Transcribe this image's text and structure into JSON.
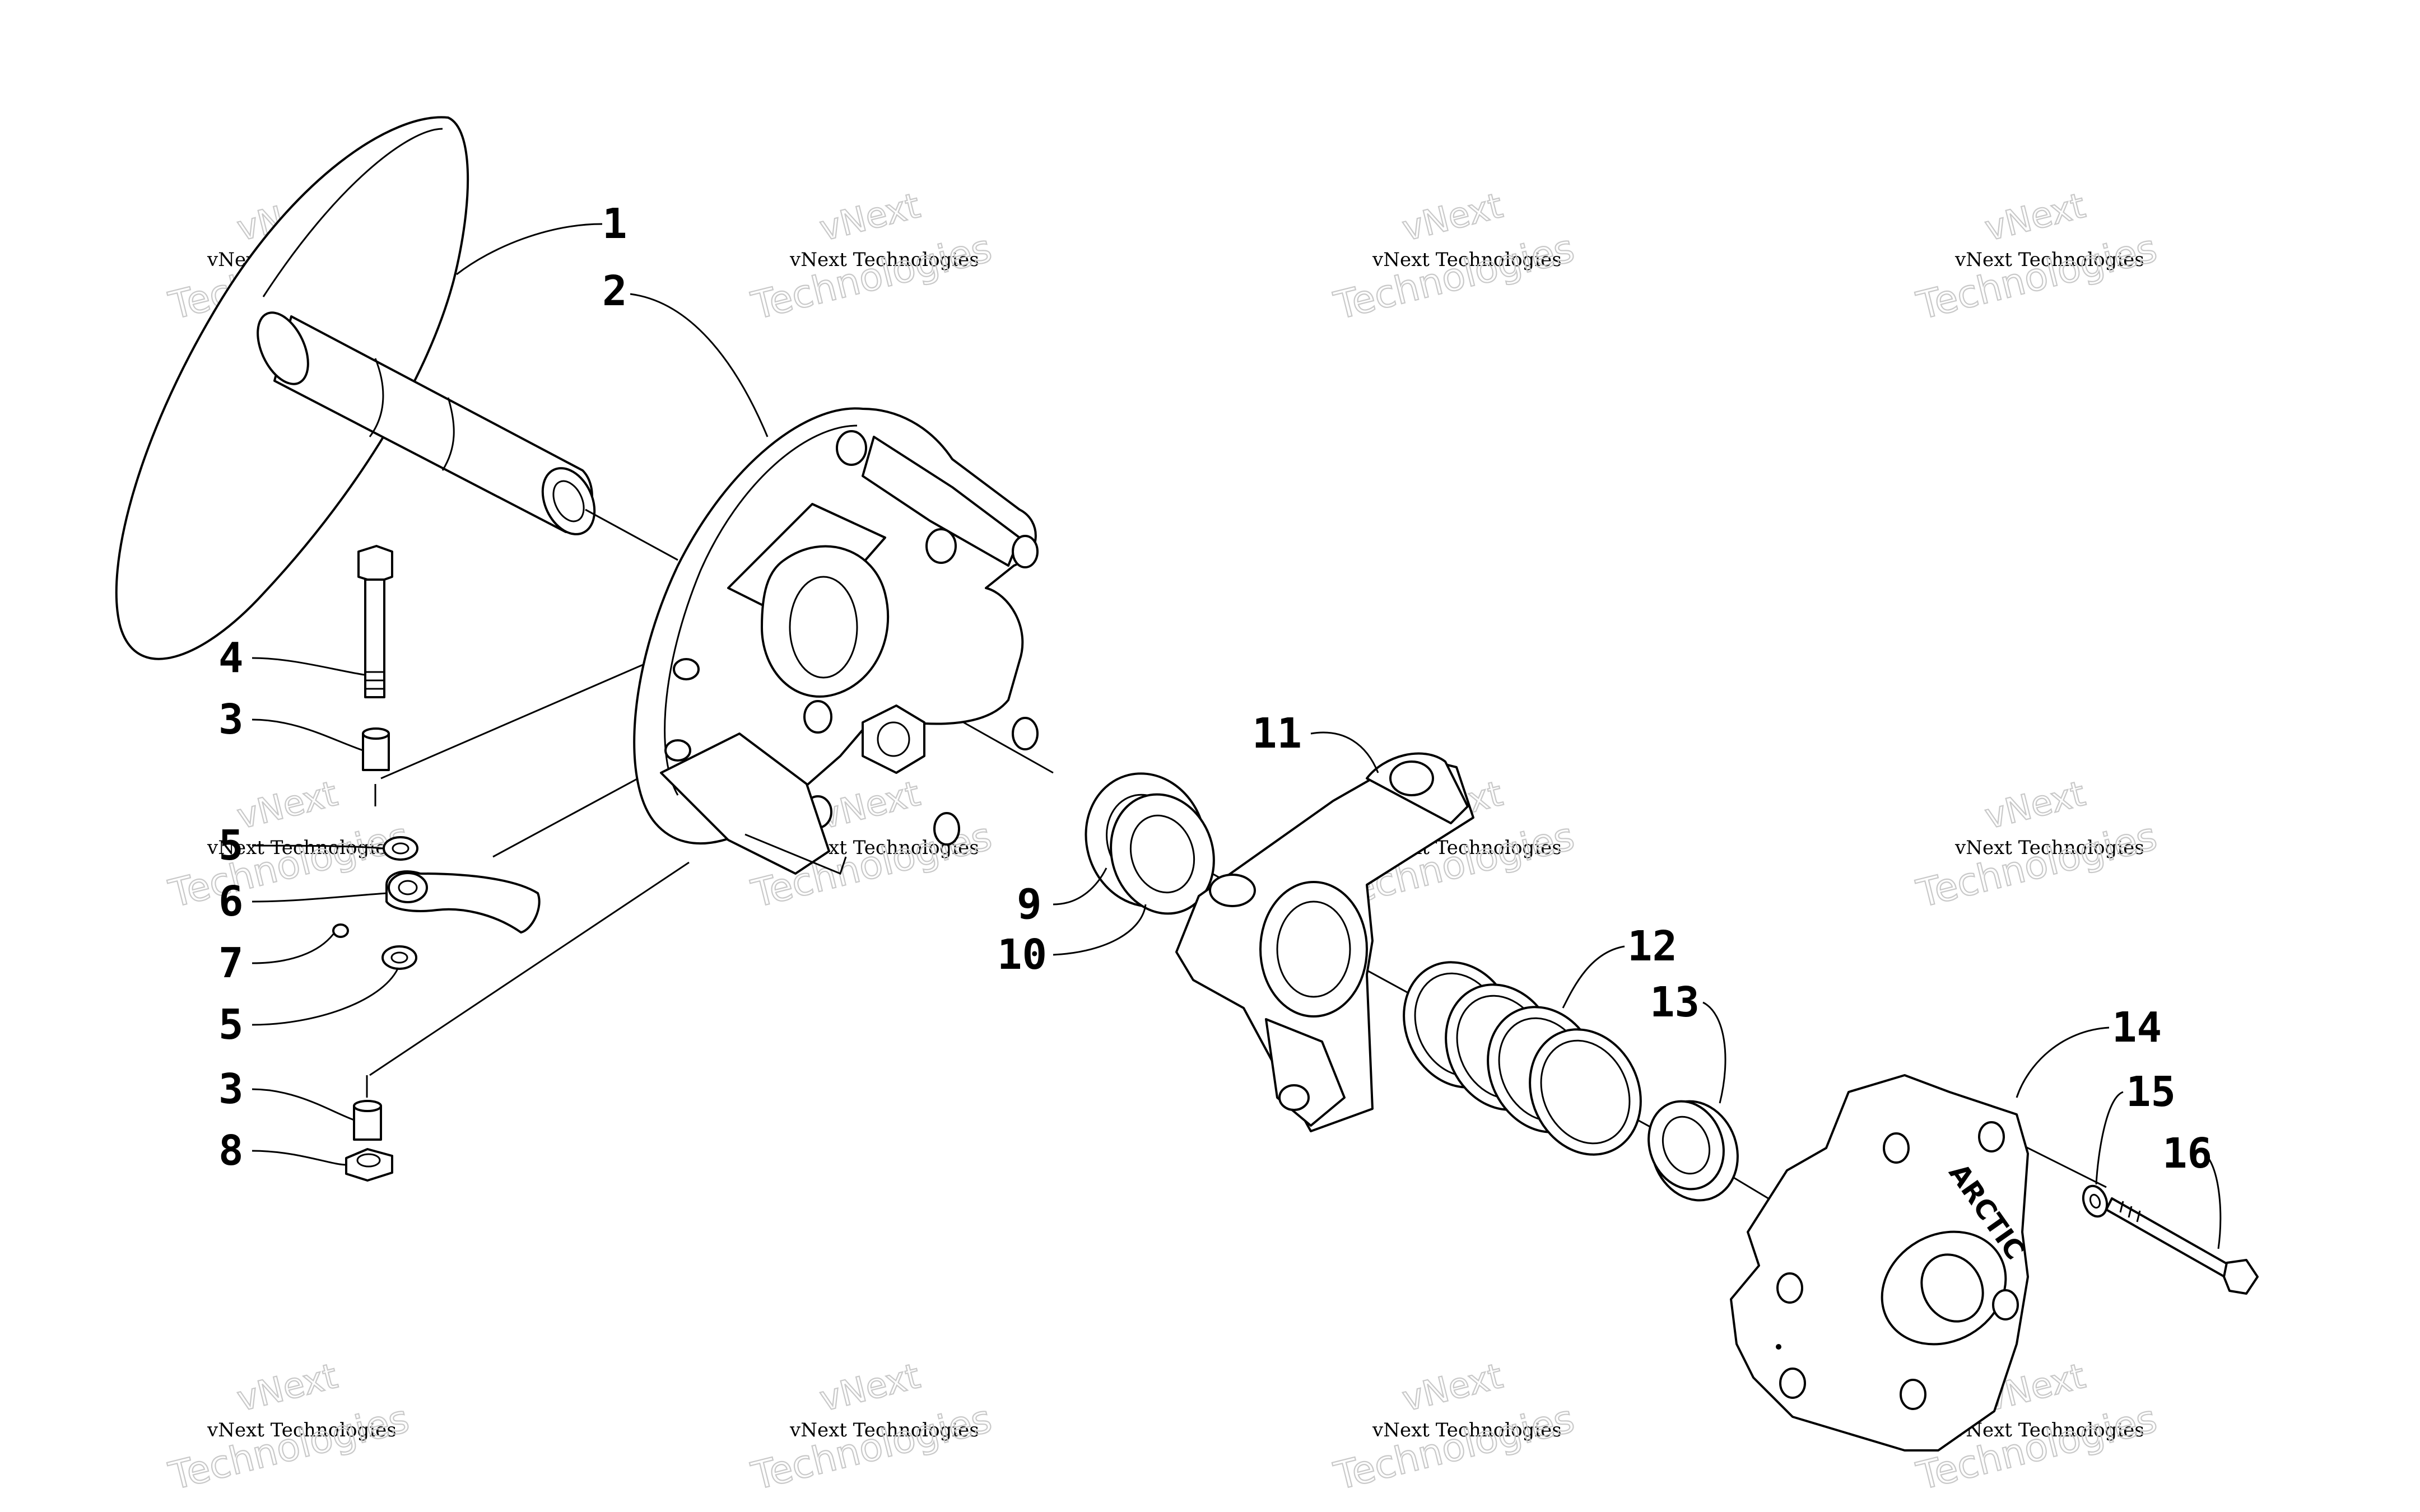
{
  "callouts": [
    "1",
    "2",
    "3",
    "4",
    "5",
    "6",
    "7",
    "8",
    "9",
    "10",
    "11",
    "12",
    "13",
    "14",
    "15",
    "16"
  ],
  "watermark": {
    "company": "vNext Technologies",
    "brand": "vNext",
    "word": "Technologies"
  },
  "plate_logo": "ARCTIC",
  "colors": {
    "ink": "#000000",
    "watermark": "#c9c9c9",
    "background": "#ffffff"
  }
}
